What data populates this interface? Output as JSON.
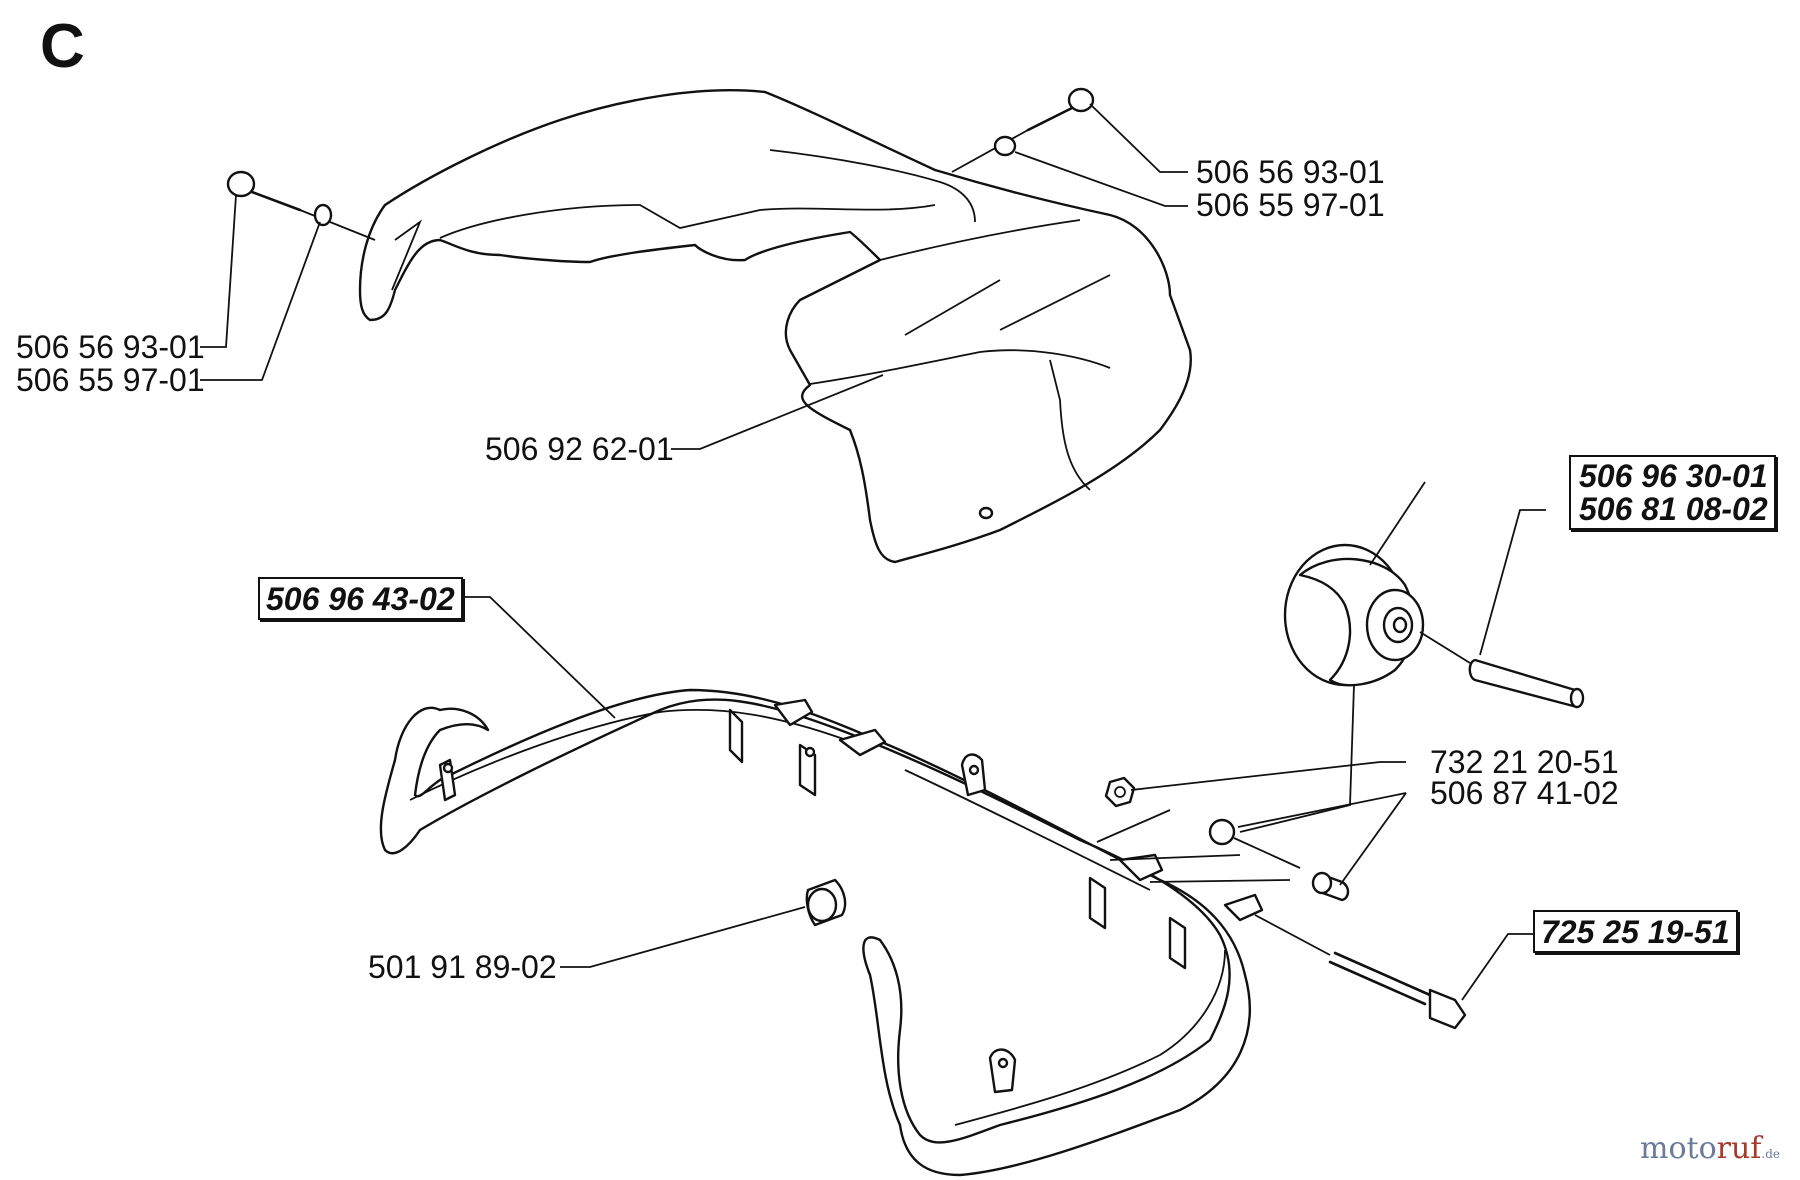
{
  "section_letter": "C",
  "labels": {
    "screw_top_right": "506 56 93-01",
    "washer_top_right": "506 55 97-01",
    "screw_left": "506 56 93-01",
    "washer_left": "506 55 97-01",
    "cover": "506 92 62-01",
    "wheel_a": "506 96 30-01",
    "wheel_b": "506 81 08-02",
    "bumper_frame": "506 96 43-02",
    "nut": "732 21 20-51",
    "spacer": "506 87 41-02",
    "bushing": "501 91 89-02",
    "bolt": "725 25 19-51"
  },
  "watermark": {
    "part1": "moto",
    "part2": "ruf",
    "suffix": ".de"
  }
}
